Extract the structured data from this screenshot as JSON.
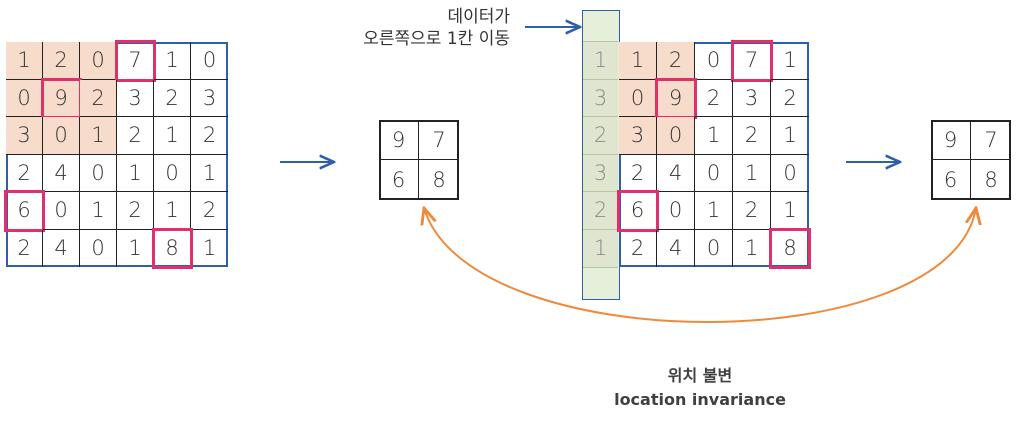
{
  "input_grid": {
    "values": [
      [
        "1",
        "2",
        "0",
        "7",
        "1",
        "0"
      ],
      [
        "0",
        "9",
        "2",
        "3",
        "2",
        "3"
      ],
      [
        "3",
        "0",
        "1",
        "2",
        "1",
        "2"
      ],
      [
        "2",
        "4",
        "0",
        "1",
        "0",
        "1"
      ],
      [
        "6",
        "0",
        "1",
        "2",
        "1",
        "2"
      ],
      [
        "2",
        "4",
        "0",
        "1",
        "8",
        "1"
      ]
    ],
    "shaded": [
      [
        0,
        0
      ],
      [
        0,
        1
      ],
      [
        0,
        2
      ],
      [
        1,
        0
      ],
      [
        1,
        1
      ],
      [
        1,
        2
      ],
      [
        2,
        0
      ],
      [
        2,
        1
      ],
      [
        2,
        2
      ]
    ],
    "max_cells": [
      [
        0,
        3
      ],
      [
        1,
        1
      ],
      [
        4,
        0
      ],
      [
        5,
        4
      ]
    ]
  },
  "output_left": {
    "values": [
      [
        "9",
        "7"
      ],
      [
        "6",
        "8"
      ]
    ]
  },
  "shifted_column": {
    "values": [
      "1",
      "3",
      "2",
      "3",
      "2",
      "1"
    ]
  },
  "shifted_grid": {
    "values": [
      [
        "1",
        "2",
        "0",
        "7",
        "1"
      ],
      [
        "0",
        "9",
        "2",
        "3",
        "2"
      ],
      [
        "3",
        "0",
        "1",
        "2",
        "1"
      ],
      [
        "2",
        "4",
        "0",
        "1",
        "0"
      ],
      [
        "6",
        "0",
        "1",
        "2",
        "1"
      ],
      [
        "2",
        "4",
        "0",
        "1",
        "8"
      ]
    ],
    "shaded": [
      [
        0,
        0
      ],
      [
        0,
        1
      ],
      [
        1,
        0
      ],
      [
        1,
        1
      ],
      [
        2,
        0
      ],
      [
        2,
        1
      ]
    ],
    "max_cells": [
      [
        0,
        3
      ],
      [
        1,
        1
      ],
      [
        4,
        0
      ],
      [
        5,
        4
      ]
    ]
  },
  "output_right": {
    "values": [
      [
        "9",
        "7"
      ],
      [
        "6",
        "8"
      ]
    ]
  },
  "shift_label": {
    "line1": "데이터가",
    "line2": "오른쪽으로 1칸 이동"
  },
  "invariance_label": {
    "korean": "위치 불변",
    "english": "location invariance"
  },
  "colors": {
    "grid_border": "#2e5fa8",
    "cell_line": "#222222",
    "shaded": "#f7dccb",
    "highlight": "#e0306a",
    "arrow": "#2e5fa8",
    "curve": "#ef8a3c",
    "column_fill": "#e6efd9",
    "column_border": "#2e5fa8",
    "column_text": "#8a8a8a"
  }
}
